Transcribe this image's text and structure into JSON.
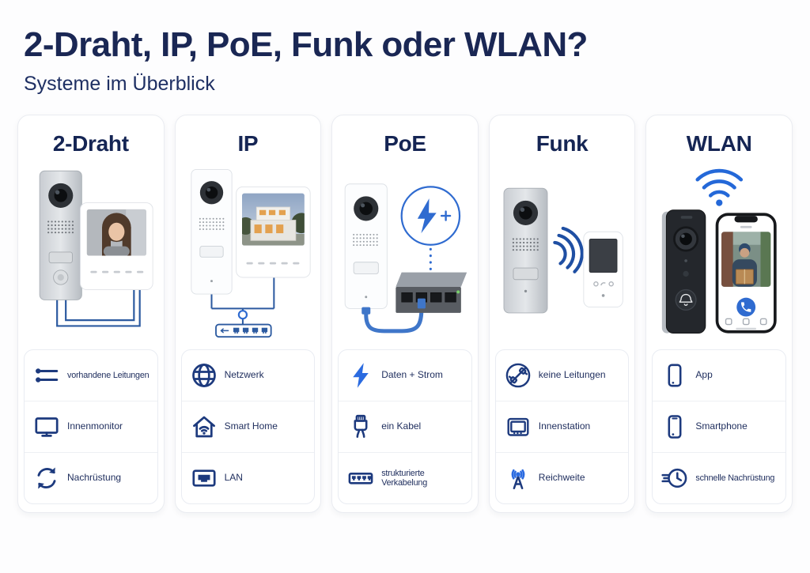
{
  "header": {
    "title": "2-Draht, IP, PoE, Funk oder WLAN?",
    "subtitle": "Systeme im Überblick"
  },
  "colors": {
    "heading_navy": "#1a2754",
    "icon_navy": "#1d3a7e",
    "accent_blue": "#2f6bd0",
    "card_border": "#eaecf1"
  },
  "columns": [
    {
      "id": "2draht",
      "title": "2-Draht",
      "illustration": {
        "devices": [
          "door-station",
          "indoor-monitor"
        ],
        "connection": "two-wire-cable"
      },
      "features": [
        {
          "icon": "two-wires-icon",
          "label": "vorhandene Leitungen"
        },
        {
          "icon": "monitor-icon",
          "label": "Innenmonitor"
        },
        {
          "icon": "refresh-icon",
          "label": "Nachrüstung"
        }
      ]
    },
    {
      "id": "ip",
      "title": "IP",
      "illustration": {
        "devices": [
          "door-station",
          "indoor-monitor",
          "network-switch"
        ],
        "connection": "network-cabling"
      },
      "features": [
        {
          "icon": "globe-icon",
          "label": "Netzwerk"
        },
        {
          "icon": "smart-home-icon",
          "label": "Smart Home"
        },
        {
          "icon": "lan-port-icon",
          "label": "LAN"
        }
      ]
    },
    {
      "id": "poe",
      "title": "PoE",
      "illustration": {
        "devices": [
          "door-station",
          "poe-switch"
        ],
        "connection": "single-ethernet-cable",
        "badge": "power-plus-data"
      },
      "features": [
        {
          "icon": "lightning-icon",
          "label": "Daten + Strom"
        },
        {
          "icon": "cable-plug-icon",
          "label": "ein Kabel"
        },
        {
          "icon": "patch-panel-icon",
          "label": "strukturierte Verkabelung"
        }
      ]
    },
    {
      "id": "funk",
      "title": "Funk",
      "illustration": {
        "devices": [
          "door-station",
          "handheld-indoor-unit"
        ],
        "connection": "radio-waves"
      },
      "features": [
        {
          "icon": "no-wires-icon",
          "label": "keine Leitungen"
        },
        {
          "icon": "indoor-station-icon",
          "label": "Innenstation"
        },
        {
          "icon": "antenna-icon",
          "label": "Reichweite"
        }
      ]
    },
    {
      "id": "wlan",
      "title": "WLAN",
      "illustration": {
        "devices": [
          "video-doorbell",
          "smartphone"
        ],
        "connection": "wifi"
      },
      "features": [
        {
          "icon": "phone-icon",
          "label": "App"
        },
        {
          "icon": "smartphone-icon",
          "label": "Smartphone"
        },
        {
          "icon": "fast-clock-icon",
          "label": "schnelle Nachrüstung"
        }
      ]
    }
  ]
}
